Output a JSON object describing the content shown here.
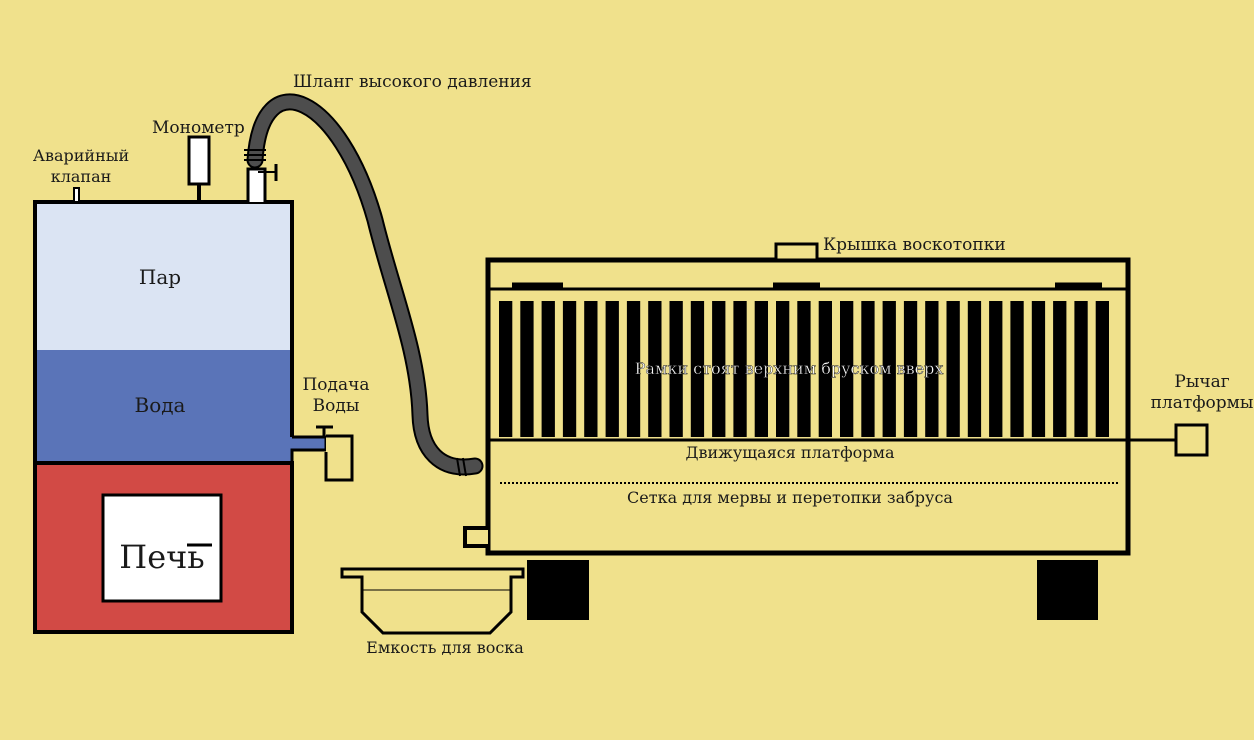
{
  "diagram": {
    "labels": {
      "hose": "Шланг высокого давления",
      "manometer": "Монометр",
      "relief_valve": "Аварийный клапан",
      "steam": "Пар",
      "water": "Вода",
      "water_supply": "Подача Воды",
      "furnace": "Печь",
      "lid": "Крышка воскотопки",
      "frames": "Рамки стоят верхним бруском вверх",
      "platform_lever": "Рычаг платформы",
      "moving_platform": "Движущаяся платформа",
      "mesh": "Сетка для мервы и перетопки забруса",
      "wax_container": "Емкость для воска"
    },
    "colors": {
      "background": "#f0e18c",
      "steam": "#dbe4f3",
      "water": "#5a74b8",
      "furnace": "#d24a45",
      "outline": "#000000",
      "hose": "#4d4d4d"
    }
  }
}
